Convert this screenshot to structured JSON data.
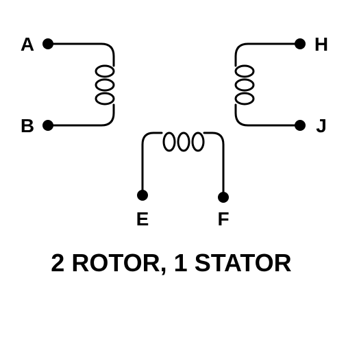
{
  "diagram": {
    "caption": "2 ROTOR, 1 STATOR",
    "terminals": {
      "a": "A",
      "b": "B",
      "e": "E",
      "f": "F",
      "h": "H",
      "j": "J"
    }
  }
}
